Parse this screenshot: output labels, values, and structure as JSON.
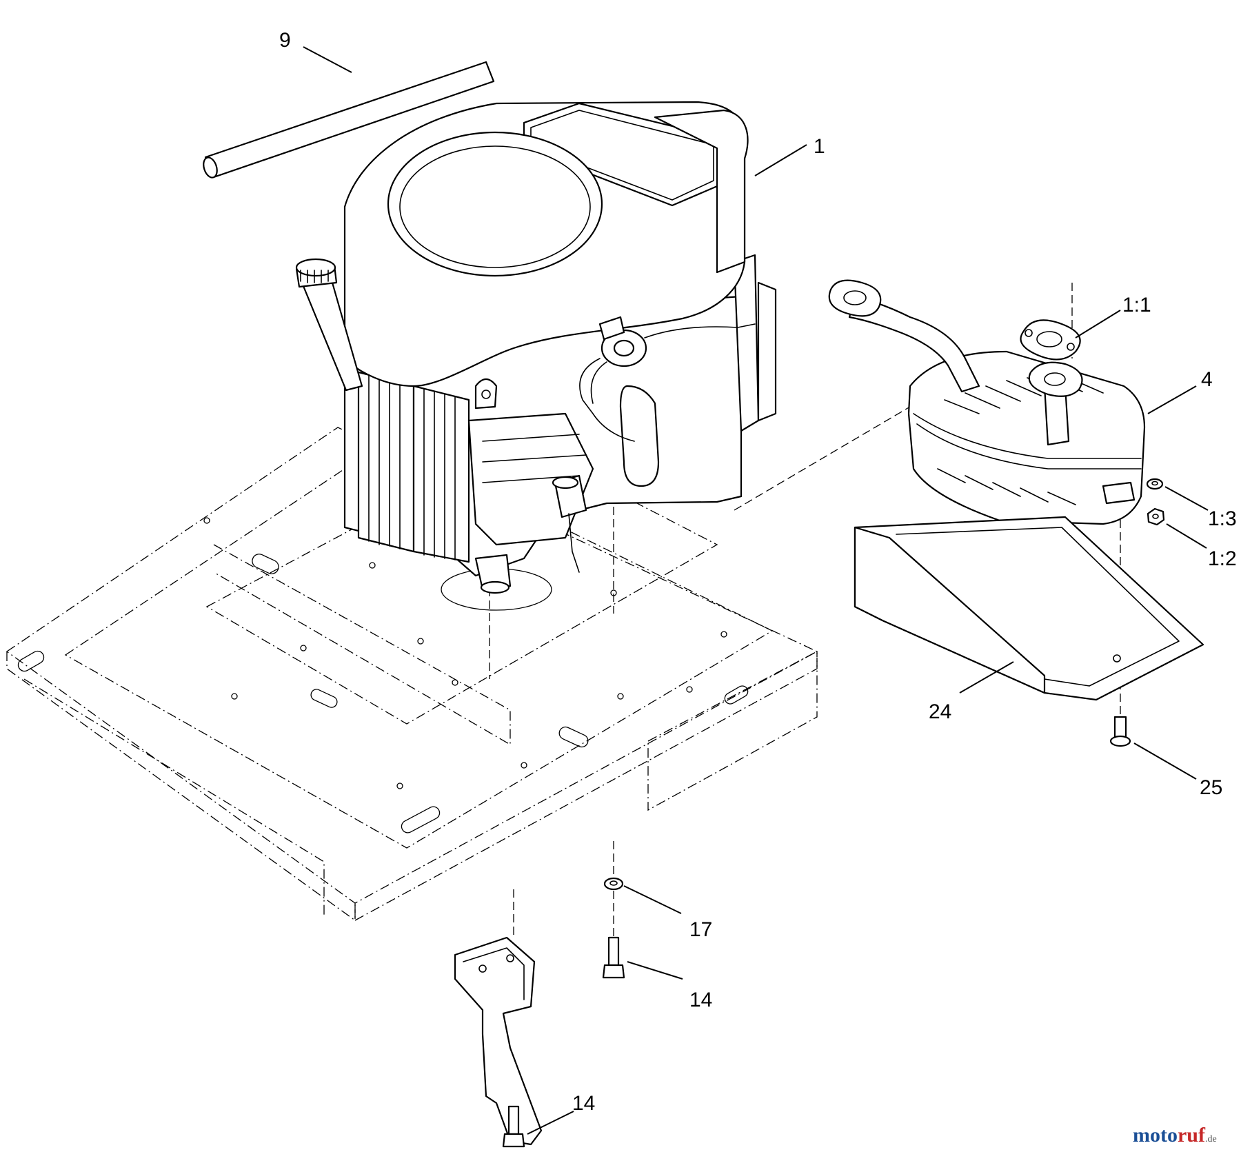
{
  "callouts": {
    "c9": "9",
    "c1": "1",
    "c1_1": "1:1",
    "c4": "4",
    "c1_3": "1:3",
    "c1_2": "1:2",
    "c24": "24",
    "c25": "25",
    "c17": "17",
    "c14_upper": "14",
    "c14_lower": "14"
  },
  "watermark": {
    "part_a": "moto",
    "part_b": "ruf",
    "suffix": ".de"
  }
}
